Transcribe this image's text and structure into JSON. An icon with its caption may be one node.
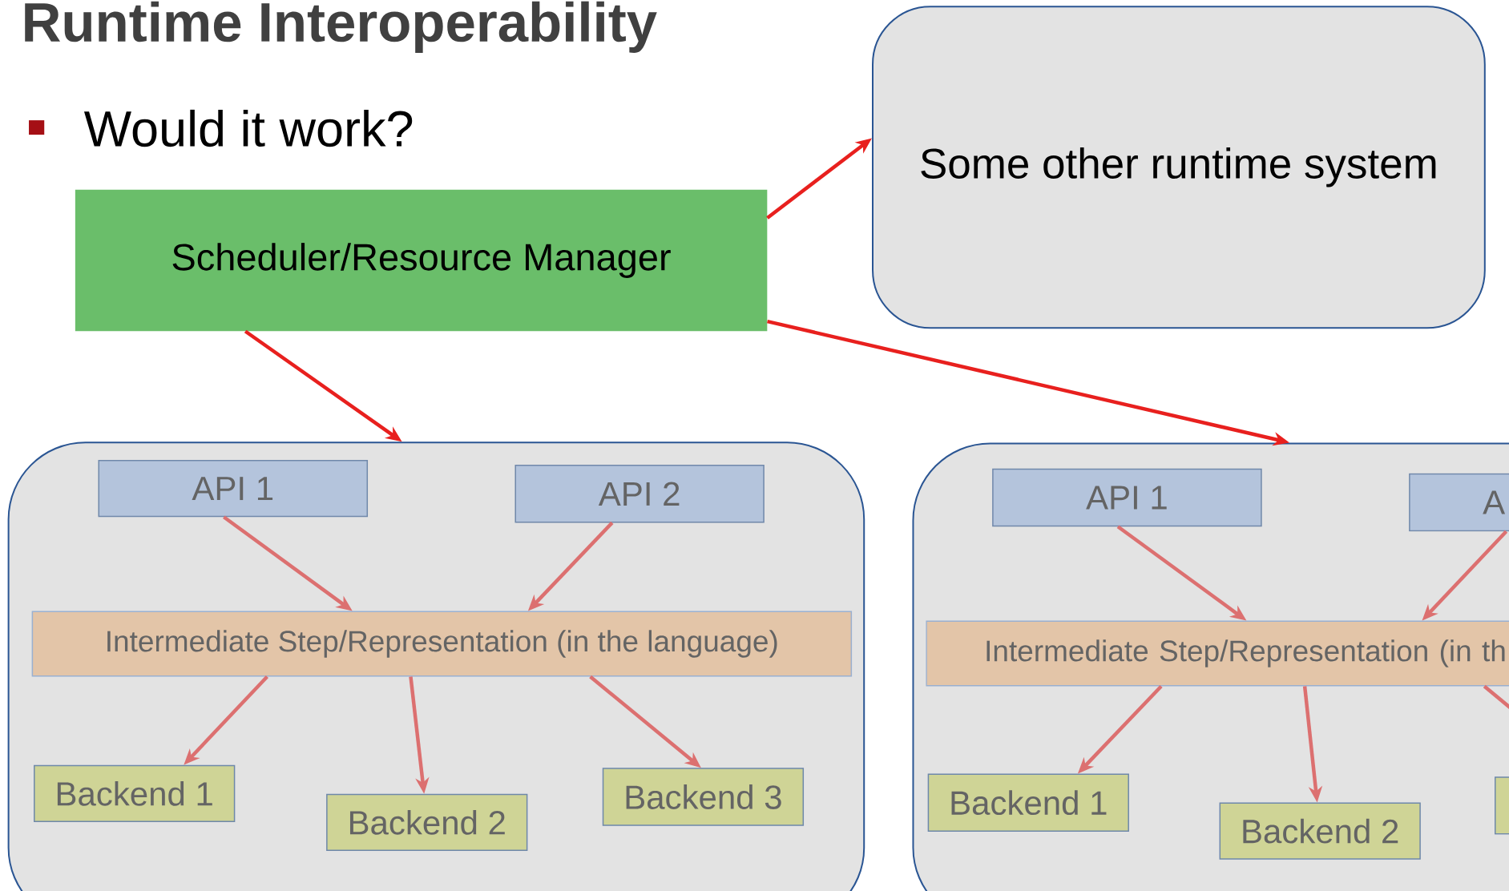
{
  "diagram": {
    "title": "Runtime Interoperability",
    "nodes": [
      {
        "text": [
          "Scheduler/Resource Manager"
        ]
      },
      {
        "text": [
          "Some other runtime system"
        ]
      },
      {
        "text": [],
        "shape": "box"
      },
      {
        "text": [
          "API 1"
        ],
        "in": 2
      },
      {
        "text": [
          "API 2"
        ],
        "in": 2
      },
      {
        "text": [
          "Intermediate Step/Representation (in the language)"
        ],
        "in": 2
      },
      {
        "text": [
          "Backend 1"
        ],
        "in": 2
      },
      {
        "text": [
          "Backend 2"
        ],
        "in": 2
      },
      {
        "text": [
          "Backend 3"
        ],
        "in": 2
      },
      {
        "text": [],
        "shape": "box"
      },
      {
        "text": [
          "API 1"
        ],
        "in": 9
      },
      {
        "text": [
          "A"
        ],
        "in": 9
      },
      {
        "text": [
          "Intermediate Step/Representation (in th"
        ],
        "in": 9
      },
      {
        "text": [
          "Backend 1"
        ],
        "in": 9
      },
      {
        "text": [
          "Backend 2"
        ],
        "in": 9
      },
      {
        "text": [],
        "shape": "box",
        "in": 9
      }
    ],
    "edges": [
      {
        "from": 0,
        "to": 1,
        "arrow": "to",
        "color": "#e8201e"
      },
      {
        "from": 0,
        "to": 2,
        "arrow": "to",
        "color": "#e8201e"
      },
      {
        "from": 0,
        "to": 9,
        "arrow": "to",
        "color": "#e8201e"
      },
      {
        "from": 3,
        "to": 5,
        "arrow": "to"
      },
      {
        "from": 4,
        "to": 5,
        "arrow": "to"
      },
      {
        "from": 5,
        "to": 6,
        "arrow": "to"
      },
      {
        "from": 5,
        "to": 7,
        "arrow": "to"
      },
      {
        "from": 5,
        "to": 8,
        "arrow": "to"
      },
      {
        "from": 10,
        "to": 12,
        "arrow": "to"
      },
      {
        "from": 11,
        "to": 12,
        "arrow": "to"
      },
      {
        "from": 12,
        "to": 13,
        "arrow": "to"
      },
      {
        "from": 12,
        "to": 14,
        "arrow": "to"
      },
      {
        "from": 12,
        "to": 15,
        "arrow": "none"
      }
    ],
    "labels": [
      "Would it work?"
    ]
  }
}
